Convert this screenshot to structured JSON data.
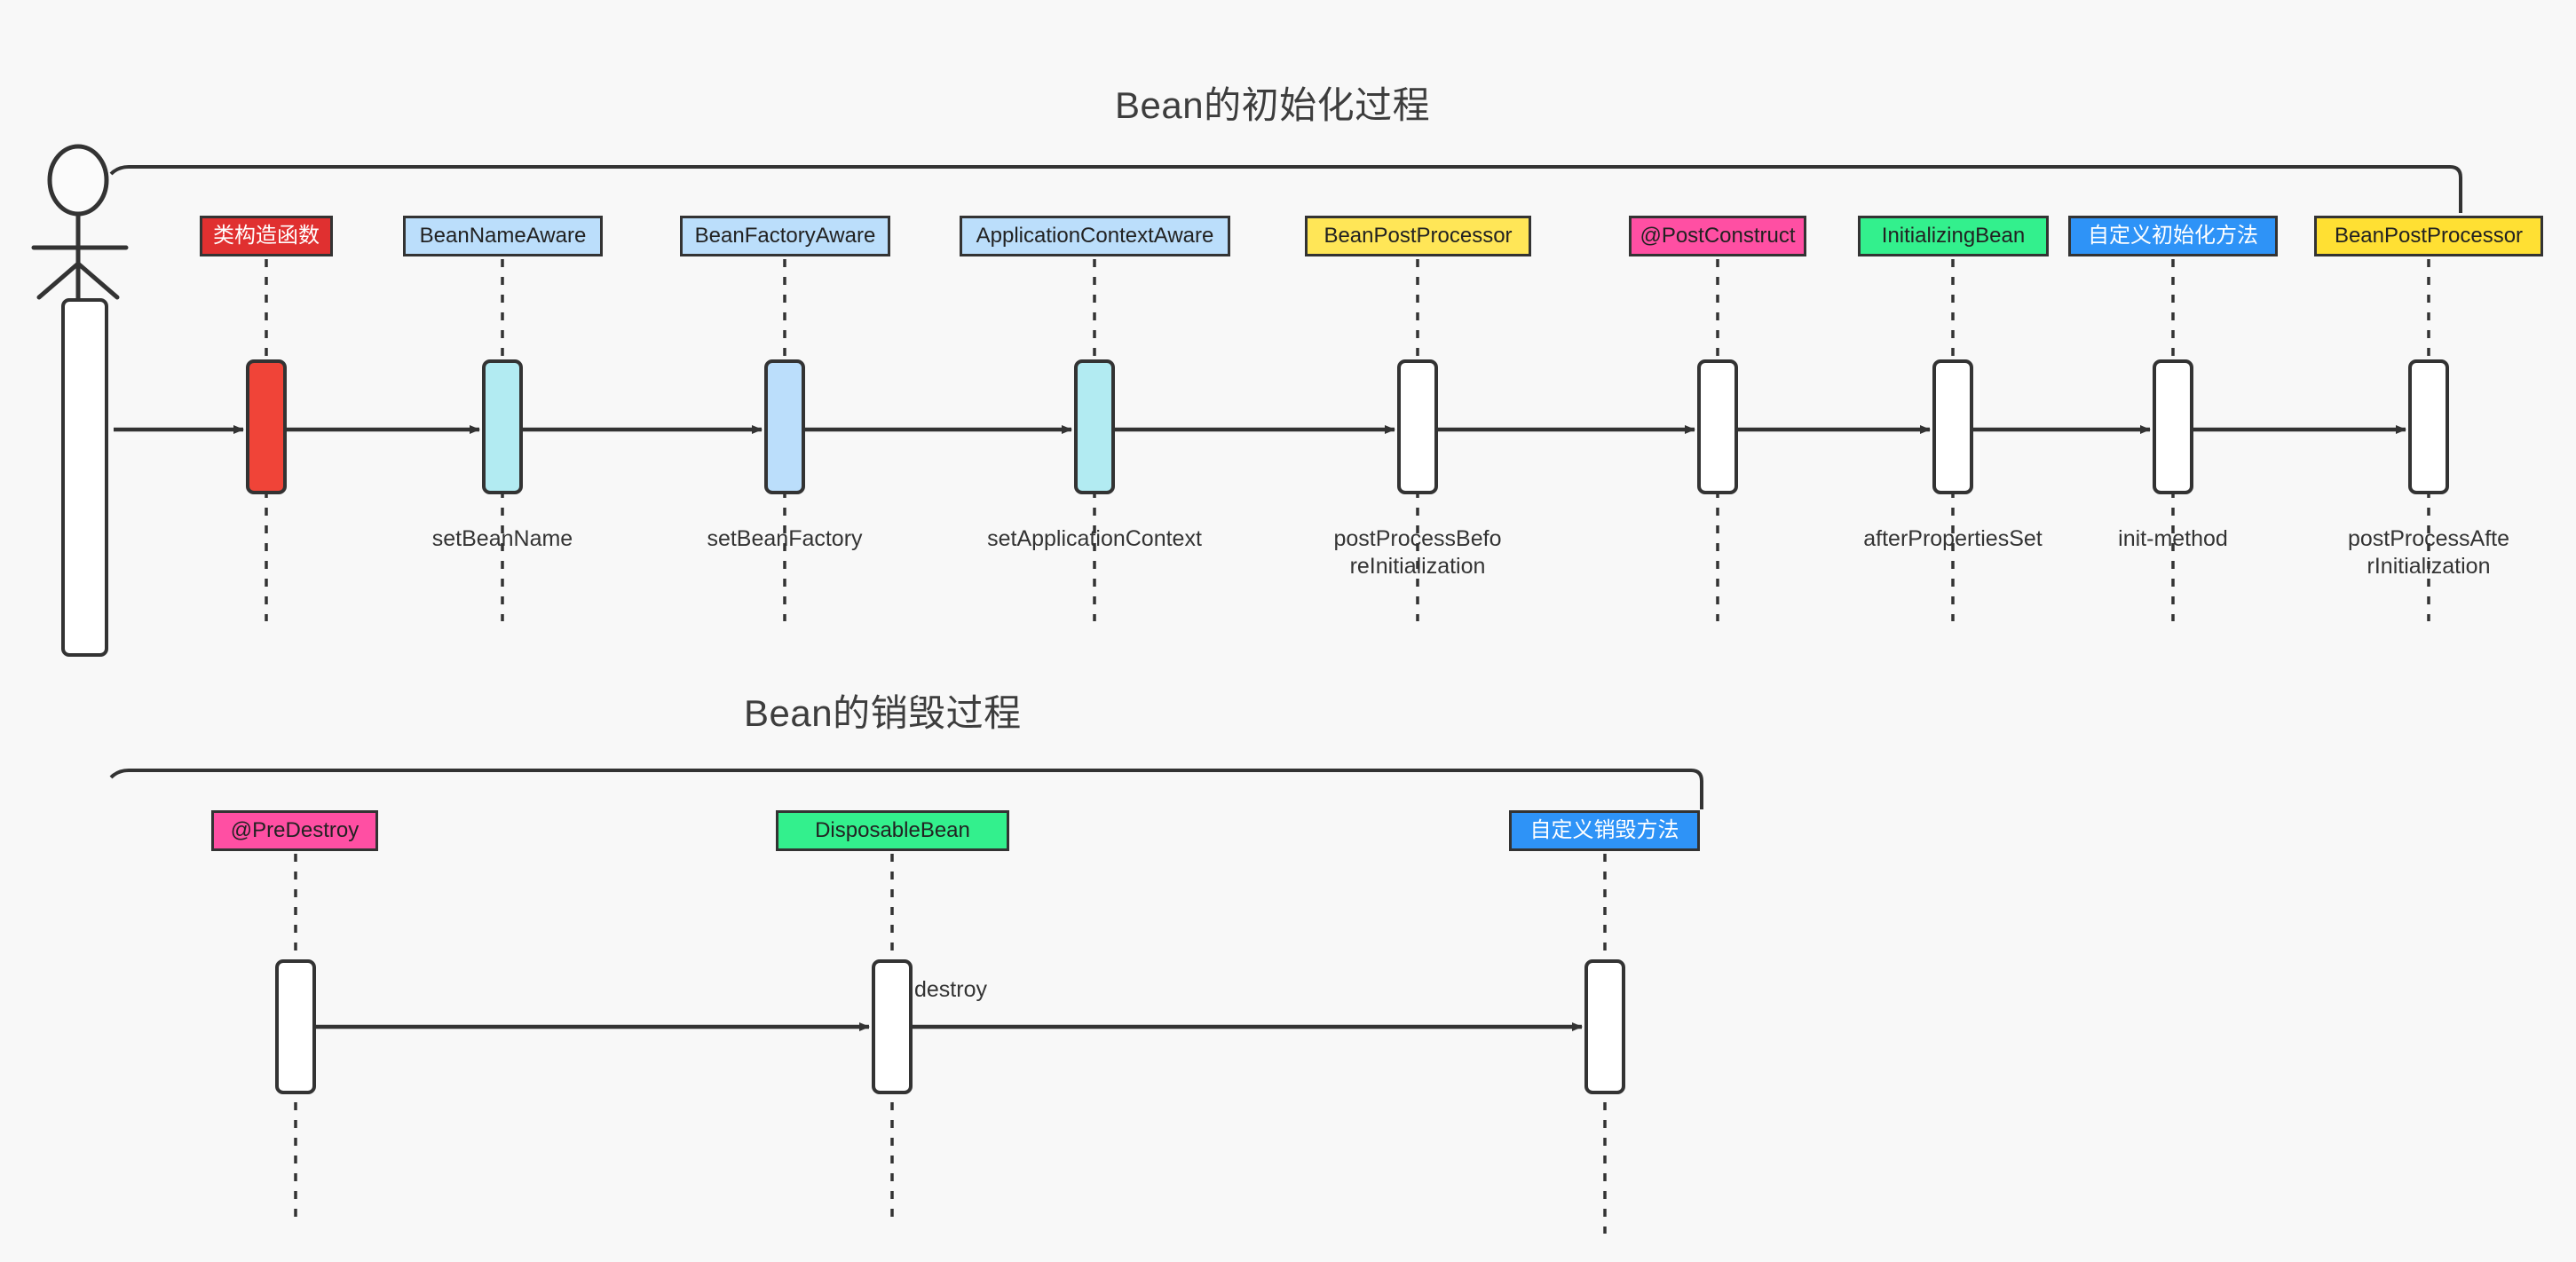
{
  "diagram": {
    "type": "uml-sequence-diagram",
    "background": "#f8f8f8",
    "line_color": "#333333",
    "sections": [
      {
        "id": "init",
        "title": "Bean的初始化过程"
      },
      {
        "id": "destroy",
        "title": "Bean的销毁过程"
      }
    ]
  },
  "actor": {
    "name": "actor-stick-figure"
  },
  "init": {
    "title": "Bean的初始化过程",
    "participants": [
      {
        "label": "类构造函数",
        "fill": "#e03030",
        "text_color": "#ffffff",
        "bar_fill": "#f04438"
      },
      {
        "label": "BeanNameAware",
        "fill": "#bbdefb",
        "text_color": "#222222",
        "bar_fill": "#b2ebf2"
      },
      {
        "label": "BeanFactoryAware",
        "fill": "#bbdefb",
        "text_color": "#222222",
        "bar_fill": "#bbdefb"
      },
      {
        "label": "ApplicationContextAware",
        "fill": "#bbdefb",
        "text_color": "#222222",
        "bar_fill": "#b2ebf2"
      },
      {
        "label": "BeanPostProcessor",
        "fill": "#ffe657",
        "text_color": "#222222",
        "bar_fill": "#ffffff"
      },
      {
        "label": "@PostConstruct",
        "fill": "#ff4fa3",
        "text_color": "#222222",
        "bar_fill": "#ffffff"
      },
      {
        "label": "InitializingBean",
        "fill": "#33f08d",
        "text_color": "#222222",
        "bar_fill": "#ffffff"
      },
      {
        "label": "自定义初始化方法",
        "fill": "#2e93f7",
        "text_color": "#ffffff",
        "bar_fill": "#ffffff"
      },
      {
        "label": "BeanPostProcessor",
        "fill": "#ffe033",
        "text_color": "#222222",
        "bar_fill": "#ffffff"
      }
    ],
    "messages": [
      {
        "label": ""
      },
      {
        "label": "setBeanName"
      },
      {
        "label": "setBeanFactory"
      },
      {
        "label": "setApplicationContext"
      },
      {
        "label": "postProcessBefo\nreInitialization"
      },
      {
        "label": ""
      },
      {
        "label": "afterPropertiesSet"
      },
      {
        "label": "init-method"
      },
      {
        "label": "postProcessAfte\nrInitialization"
      }
    ]
  },
  "destroy": {
    "title": "Bean的销毁过程",
    "participants": [
      {
        "label": "@PreDestroy",
        "fill": "#ff4fa3",
        "text_color": "#222222",
        "bar_fill": "#ffffff"
      },
      {
        "label": "DisposableBean",
        "fill": "#33f08d",
        "text_color": "#222222",
        "bar_fill": "#ffffff"
      },
      {
        "label": "自定义销毁方法",
        "fill": "#2e93f7",
        "text_color": "#ffffff",
        "bar_fill": "#ffffff"
      }
    ],
    "messages": [
      {
        "label": ""
      },
      {
        "label": "destroy"
      },
      {
        "label": ""
      }
    ]
  }
}
